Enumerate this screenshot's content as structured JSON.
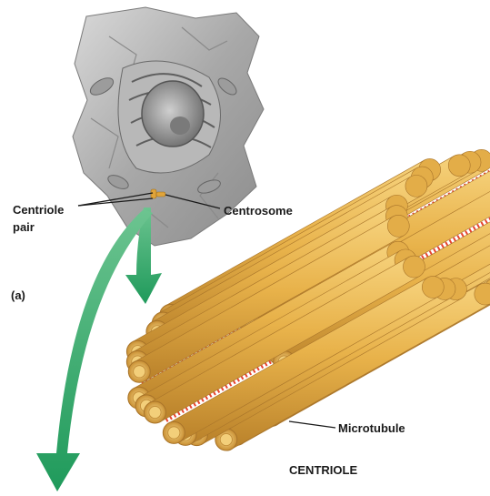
{
  "labels": {
    "centriole_pair_line1": "Centriole",
    "centriole_pair_line2": "pair",
    "centrosome": "Centrosome",
    "panel": "(a)",
    "microtubule": "Microtubule",
    "centriole": "CENTRIOLE"
  },
  "colors": {
    "tubule_fill": "#e8b24a",
    "tubule_dark": "#b9812a",
    "linker": "#e8432f",
    "arrow": "#1f9a5b",
    "cell": "#9a9a9a"
  }
}
